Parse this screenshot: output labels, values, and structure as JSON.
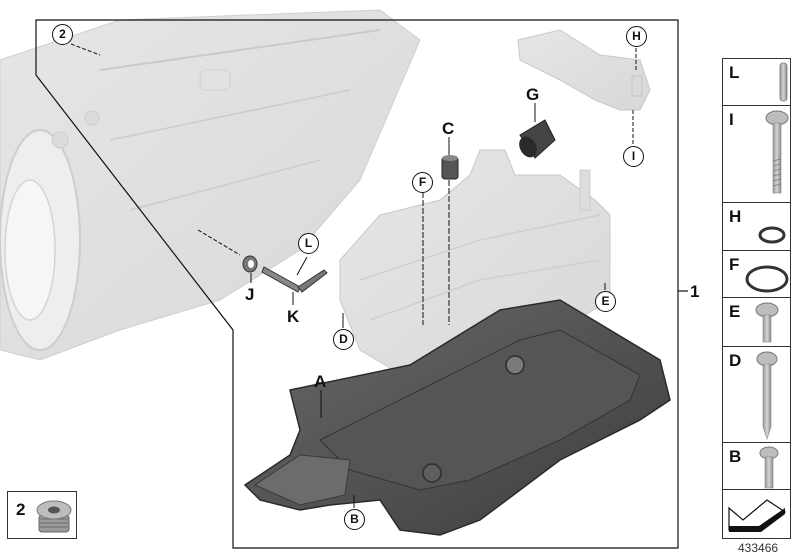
{
  "diagram": {
    "type": "exploded-parts-diagram",
    "subject": "Automatic transmission oil pan / mechatronics components",
    "figure_number": "433466",
    "group_callout": "1",
    "main_callouts": [
      {
        "label": "2",
        "style": "circle"
      },
      {
        "label": "A",
        "style": "plain"
      },
      {
        "label": "B",
        "style": "circle"
      },
      {
        "label": "C",
        "style": "plain"
      },
      {
        "label": "D",
        "style": "circle"
      },
      {
        "label": "E",
        "style": "circle"
      },
      {
        "label": "F",
        "style": "circle"
      },
      {
        "label": "G",
        "style": "plain"
      },
      {
        "label": "H",
        "style": "circle"
      },
      {
        "label": "I",
        "style": "circle"
      },
      {
        "label": "J",
        "style": "plain"
      },
      {
        "label": "K",
        "style": "plain"
      },
      {
        "label": "L",
        "style": "circle"
      }
    ],
    "legend": [
      {
        "letter": "L",
        "part": "pin"
      },
      {
        "letter": "I",
        "part": "long-screw"
      },
      {
        "letter": "H",
        "part": "small-o-ring"
      },
      {
        "letter": "F",
        "part": "large-o-ring"
      },
      {
        "letter": "E",
        "part": "short-flange-screw"
      },
      {
        "letter": "D",
        "part": "long-self-tapping-screw"
      },
      {
        "letter": "B",
        "part": "medium-screw"
      },
      {
        "letter": "",
        "part": "direction-arrow"
      }
    ],
    "detail_box": {
      "label": "2",
      "part": "screw-plug"
    }
  }
}
